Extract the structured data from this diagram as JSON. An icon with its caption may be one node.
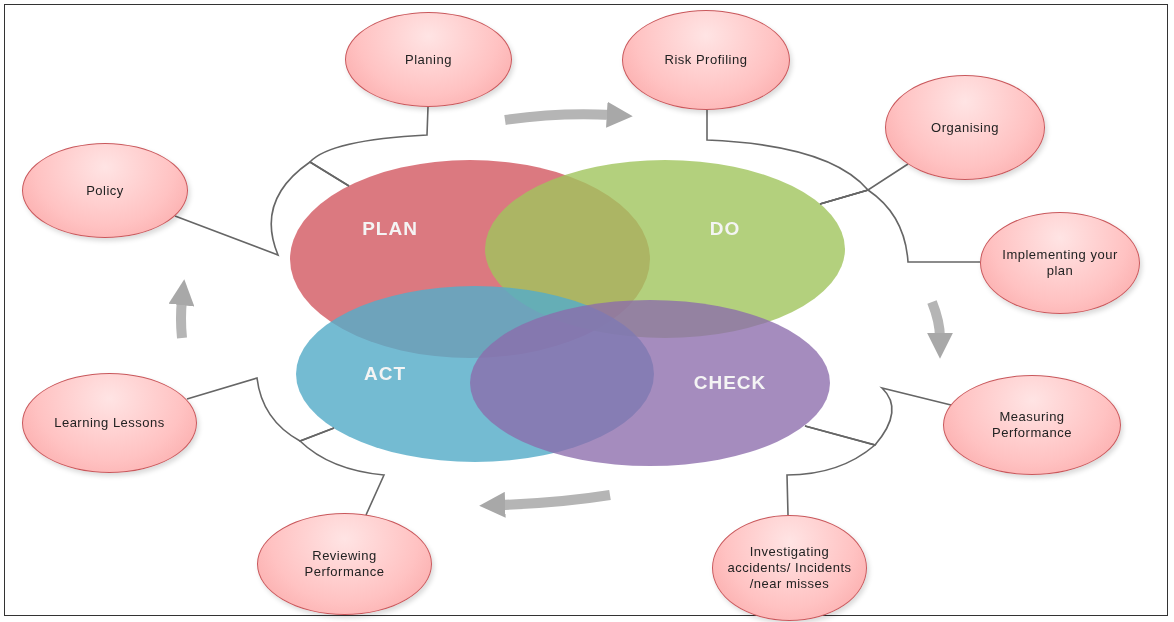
{
  "diagram": {
    "nodes": [
      {
        "text": [
          "Planing"
        ]
      },
      {
        "text": [
          "Risk Profiling"
        ]
      },
      {
        "text": [
          "Organising"
        ]
      },
      {
        "text": [
          "Policy"
        ]
      },
      {
        "text": [
          "PLAN"
        ]
      },
      {
        "text": [
          "DO"
        ]
      },
      {
        "text": [
          "Implementing your plan"
        ]
      },
      {
        "text": [
          "ACT"
        ]
      },
      {
        "text": [
          "CHECK"
        ]
      },
      {
        "text": [
          "Measuring Performance"
        ]
      },
      {
        "text": [
          "Learning Lessons"
        ]
      },
      {
        "text": [
          "Reviewing Performance"
        ]
      },
      {
        "text": [
          "Investigating accidents/ Incidents /near misses"
        ]
      }
    ],
    "edges": [
      {
        "from": 0,
        "to": 4,
        "arrow": "none"
      },
      {
        "from": 3,
        "to": 4,
        "arrow": "none"
      },
      {
        "from": 1,
        "to": 5,
        "arrow": "none"
      },
      {
        "from": 2,
        "to": 5,
        "arrow": "none"
      },
      {
        "from": 6,
        "to": 5,
        "arrow": "none"
      },
      {
        "from": 9,
        "to": 8,
        "arrow": "none"
      },
      {
        "from": 12,
        "to": 8,
        "arrow": "none"
      },
      {
        "from": 10,
        "to": 7,
        "arrow": "none"
      },
      {
        "from": 11,
        "to": 7,
        "arrow": "none"
      }
    ]
  }
}
